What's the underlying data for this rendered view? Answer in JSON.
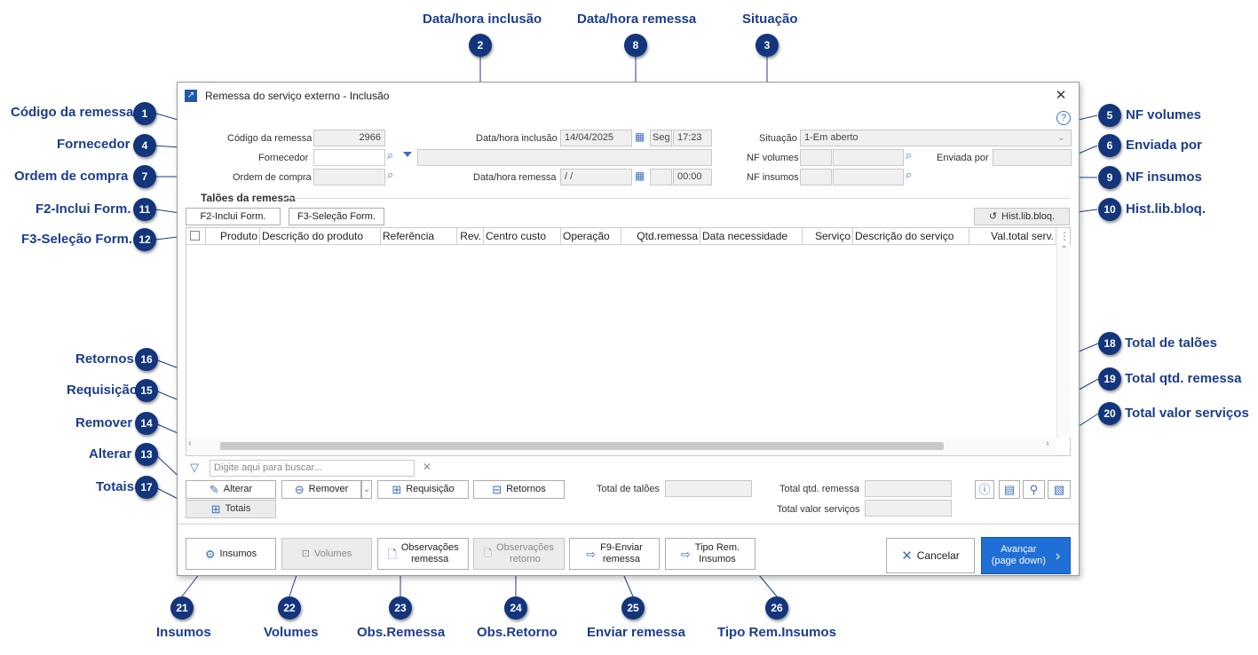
{
  "window": {
    "title": "Remessa do serviço externo - Inclusão",
    "help_icon": "?",
    "close_icon": "✕"
  },
  "form": {
    "codigo_label": "Código da remessa",
    "codigo_value": "2966",
    "dt_inclusao_label": "Data/hora inclusão",
    "dt_inclusao_value": "14/04/2025",
    "dt_inclusao_day": "Seg",
    "dt_inclusao_time": "17:23",
    "situacao_label": "Situação",
    "situacao_value": "1-Em aberto",
    "fornecedor_label": "Fornecedor",
    "fornecedor_value": "",
    "fornecedor_name": "",
    "nf_volumes_label": "NF volumes",
    "enviada_por_label": "Enviada por",
    "ordem_label": "Ordem de compra",
    "ordem_value": "",
    "dt_remessa_label": "Data/hora remessa",
    "dt_remessa_value": "/ /",
    "dt_remessa_time": "00:00",
    "nf_insumos_label": "NF insumos"
  },
  "taloes": {
    "section_title": "Talões da remessa",
    "f2_label": "F2-Inclui Form.",
    "f3_label": "F3-Seleção Form.",
    "hist_label": "Hist.lib.bloq.",
    "columns": [
      "Produto",
      "Descrição do produto",
      "Referência",
      "Rev.",
      "Centro custo",
      "Operação",
      "Qtd.remessa",
      "Data necessidade",
      "Serviço",
      "Descrição do serviço",
      "Val.total serv."
    ],
    "search_placeholder": "Digite aqui para buscar..."
  },
  "actions": {
    "alterar": "Alterar",
    "remover": "Remover",
    "requisicao": "Requisição",
    "retornos": "Retornos",
    "totais": "Totais"
  },
  "totals": {
    "taloes_label": "Total de talões",
    "qtd_label": "Total qtd. remessa",
    "valor_label": "Total valor serviços"
  },
  "footer": {
    "insumos": "Insumos",
    "volumes": "Volumes",
    "obs_remessa_1": "Observações",
    "obs_remessa_2": "remessa",
    "obs_retorno_1": "Observações",
    "obs_retorno_2": "retorno",
    "f9_1": "F9-Enviar",
    "f9_2": "remessa",
    "tipo_1": "Tipo Rem.",
    "tipo_2": "Insumos",
    "cancelar": "Cancelar",
    "avancar_1": "Avançar",
    "avancar_2": "(page down)"
  },
  "callouts": {
    "c1": "Código da remessa",
    "c2": "Data/hora inclusão",
    "c3": "Situação",
    "c4": "Fornecedor",
    "c5": "NF volumes",
    "c6": "Enviada por",
    "c7": "Ordem de compra",
    "c8": "Data/hora remessa",
    "c9": "NF insumos",
    "c10": "Hist.lib.bloq.",
    "c11": "F2-Inclui Form.",
    "c12": "F3-Seleção Form.",
    "c13": "Alterar",
    "c14": "Remover",
    "c15": "Requisição",
    "c16": "Retornos",
    "c17": "Totais",
    "c18": "Total de talões",
    "c19": "Total qtd. remessa",
    "c20": "Total valor serviços",
    "c21": "Insumos",
    "c22": "Volumes",
    "c23": "Obs.Remessa",
    "c24": "Obs.Retorno",
    "c25": "Enviar remessa",
    "c26": "Tipo Rem.Insumos"
  },
  "badges": [
    "1",
    "2",
    "3",
    "4",
    "5",
    "6",
    "7",
    "8",
    "9",
    "10",
    "11",
    "12",
    "13",
    "14",
    "15",
    "16",
    "17",
    "18",
    "19",
    "20",
    "21",
    "22",
    "23",
    "24",
    "25",
    "26"
  ],
  "colors": {
    "callout_text": "#1c3d8c",
    "badge_bg": "#13357c",
    "primary_button": "#1f6fd6",
    "icon_blue": "#3a6fc0"
  }
}
